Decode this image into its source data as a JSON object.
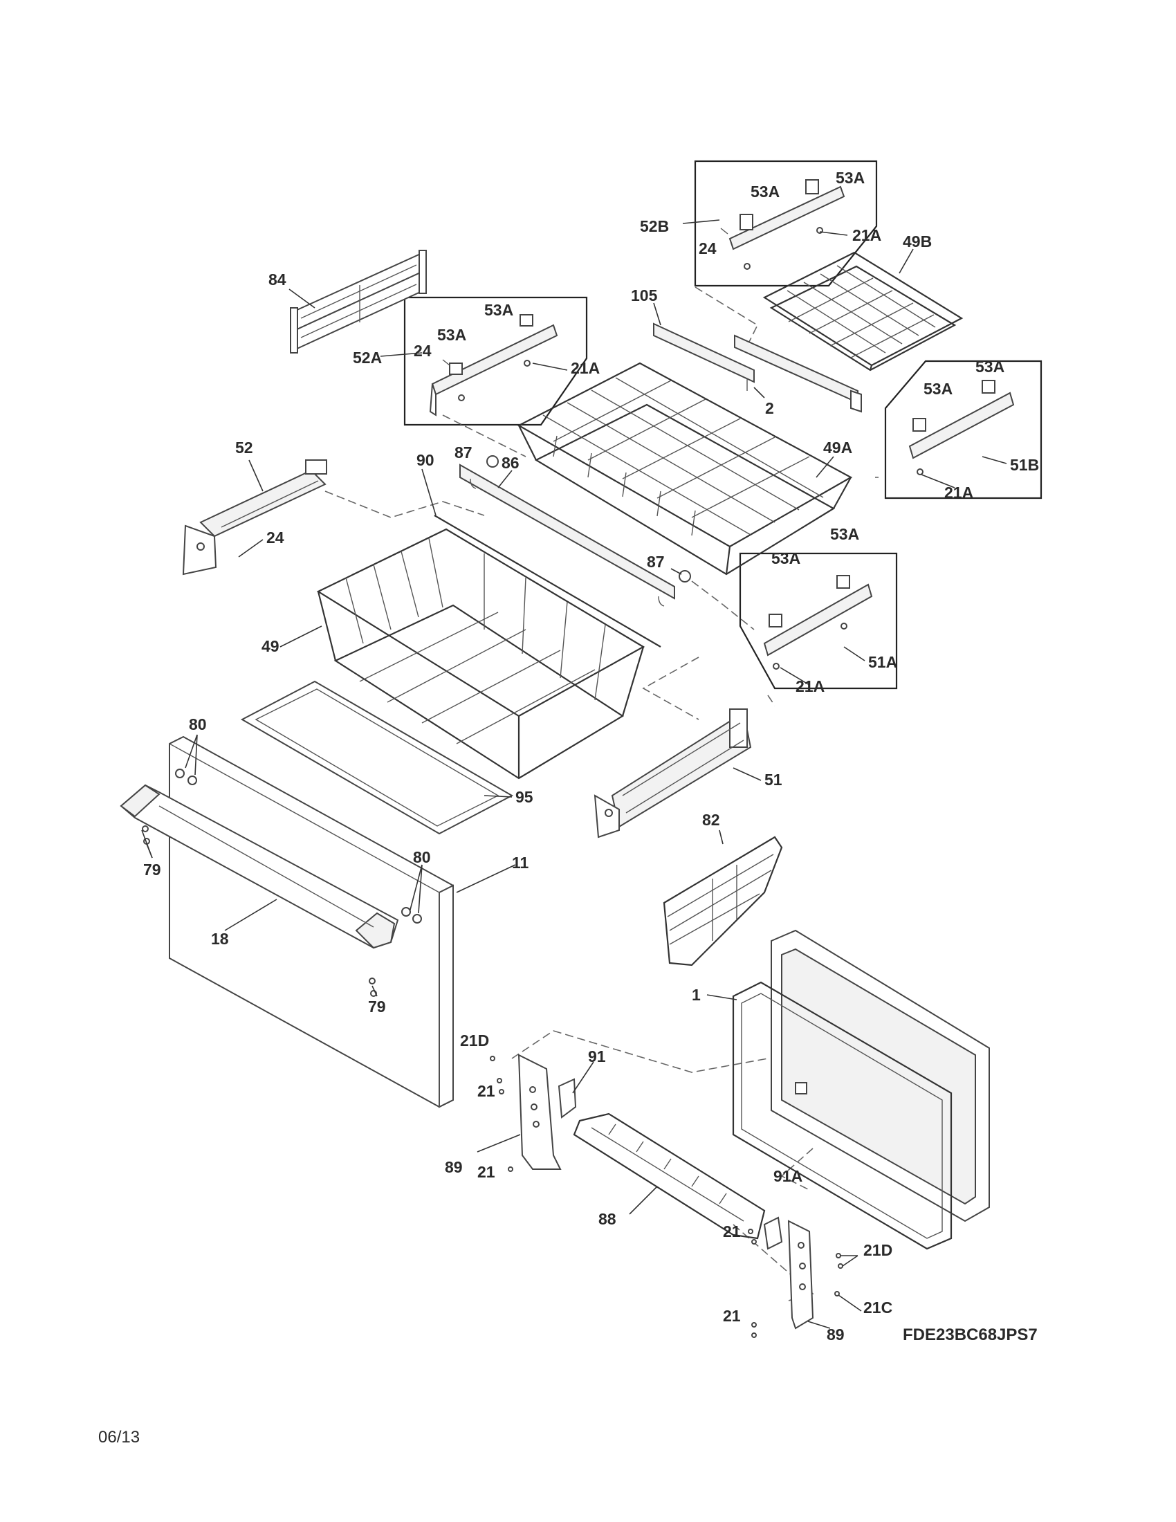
{
  "model_number": "FDE23BC68JPS7",
  "date_code": "06/13",
  "callouts": {
    "c84": "84",
    "c52A": "52A",
    "c53A_1": "53A",
    "c53A_2": "53A",
    "c24_1": "24",
    "c21A_1": "21A",
    "c105": "105",
    "c52B": "52B",
    "c53A_3": "53A",
    "c53A_4": "53A",
    "c24_2": "24",
    "c21A_2": "21A",
    "c49B": "49B",
    "c2": "2",
    "c53A_5": "53A",
    "c53A_6": "53A",
    "c51B": "51B",
    "c21A_3": "21A",
    "c52": "52",
    "c24_3": "24",
    "c87_1": "87",
    "c86": "86",
    "c90": "90",
    "c49A": "49A",
    "c87_2": "87",
    "c53A_7": "53A",
    "c53A_8": "53A",
    "c51A": "51A",
    "c21A_4": "21A",
    "c49": "49",
    "c80_1": "80",
    "c95": "95",
    "c51": "51",
    "c79_1": "79",
    "c82": "82",
    "c80_2": "80",
    "c11": "11",
    "c18": "18",
    "c79_2": "79",
    "c1": "1",
    "c21D_1": "21D",
    "c91": "91",
    "c21_1": "21",
    "c89_1": "89",
    "c21_2": "21",
    "c88": "88",
    "c91A": "91A",
    "c21_3": "21",
    "c21D_2": "21D",
    "c21C": "21C",
    "c21_4": "21",
    "c89_2": "89"
  }
}
